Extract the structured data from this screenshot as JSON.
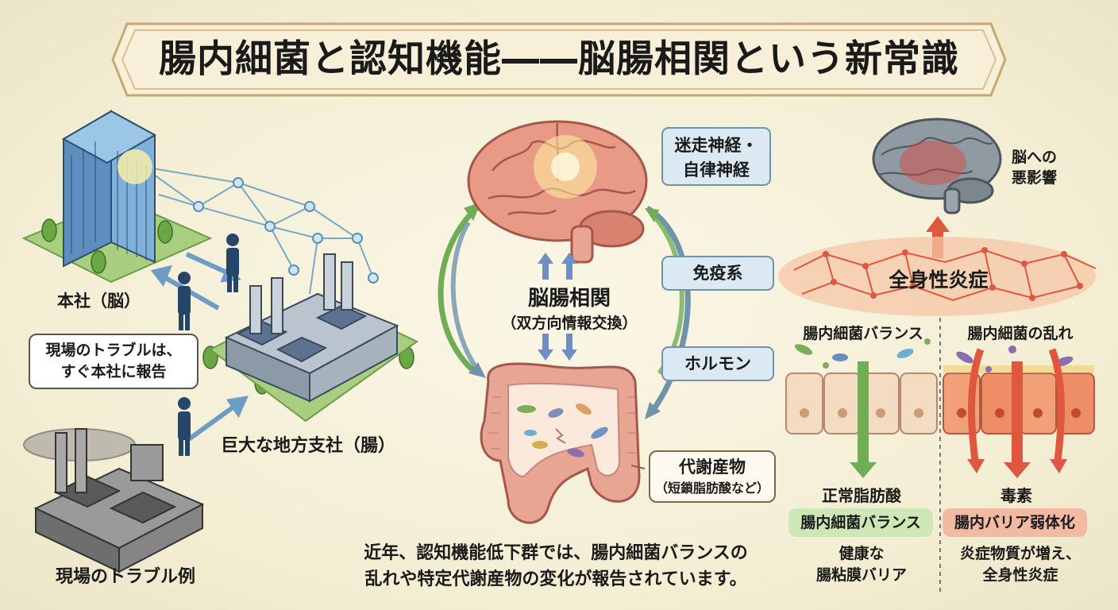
{
  "title": "腸内細菌と認知機能――脳腸相関という新常識",
  "left": {
    "hq_label": "本社（脳）",
    "branch_label": "巨大な地方支社（腸）",
    "trouble_label": "現場のトラブル例",
    "bubble_line1": "現場のトラブルは、",
    "bubble_line2": "すぐ本社に報告"
  },
  "center": {
    "axis_title": "脳腸相関",
    "axis_sub": "（双方向情報交換）",
    "pathway_nerve_1": "迷走神経・",
    "pathway_nerve_2": "自律神経",
    "pathway_immune": "免疫系",
    "pathway_hormone": "ホルモン",
    "metabolite_1": "代謝産物",
    "metabolite_2": "（短鎖脂肪酸など）",
    "caption_1": "近年、認知機能低下群では、腸内細菌バランスの",
    "caption_2": "乱れや特定代謝産物の変化が報告されています。"
  },
  "right": {
    "brain_effect_1": "脳への",
    "brain_effect_2": "悪影響",
    "inflammation": "全身性炎症",
    "col_good_title": "腸内細菌バランス",
    "col_bad_title": "腸内細菌の乱れ",
    "good_product": "正常脂肪酸",
    "bad_product": "毒素",
    "good_tag": "腸内細菌バランス",
    "bad_tag": "腸内バリア弱体化",
    "good_result_1": "健康な",
    "good_result_2": "腸粘膜バリア",
    "bad_result_1": "炎症物質が増え、",
    "bad_result_2": "全身性炎症"
  },
  "colors": {
    "accent_blue": "#6f93aa",
    "good_green": "#6fae55",
    "bad_red": "#d9533a",
    "brain_pink": "#e89a86",
    "gut_pink": "#e8a594"
  }
}
